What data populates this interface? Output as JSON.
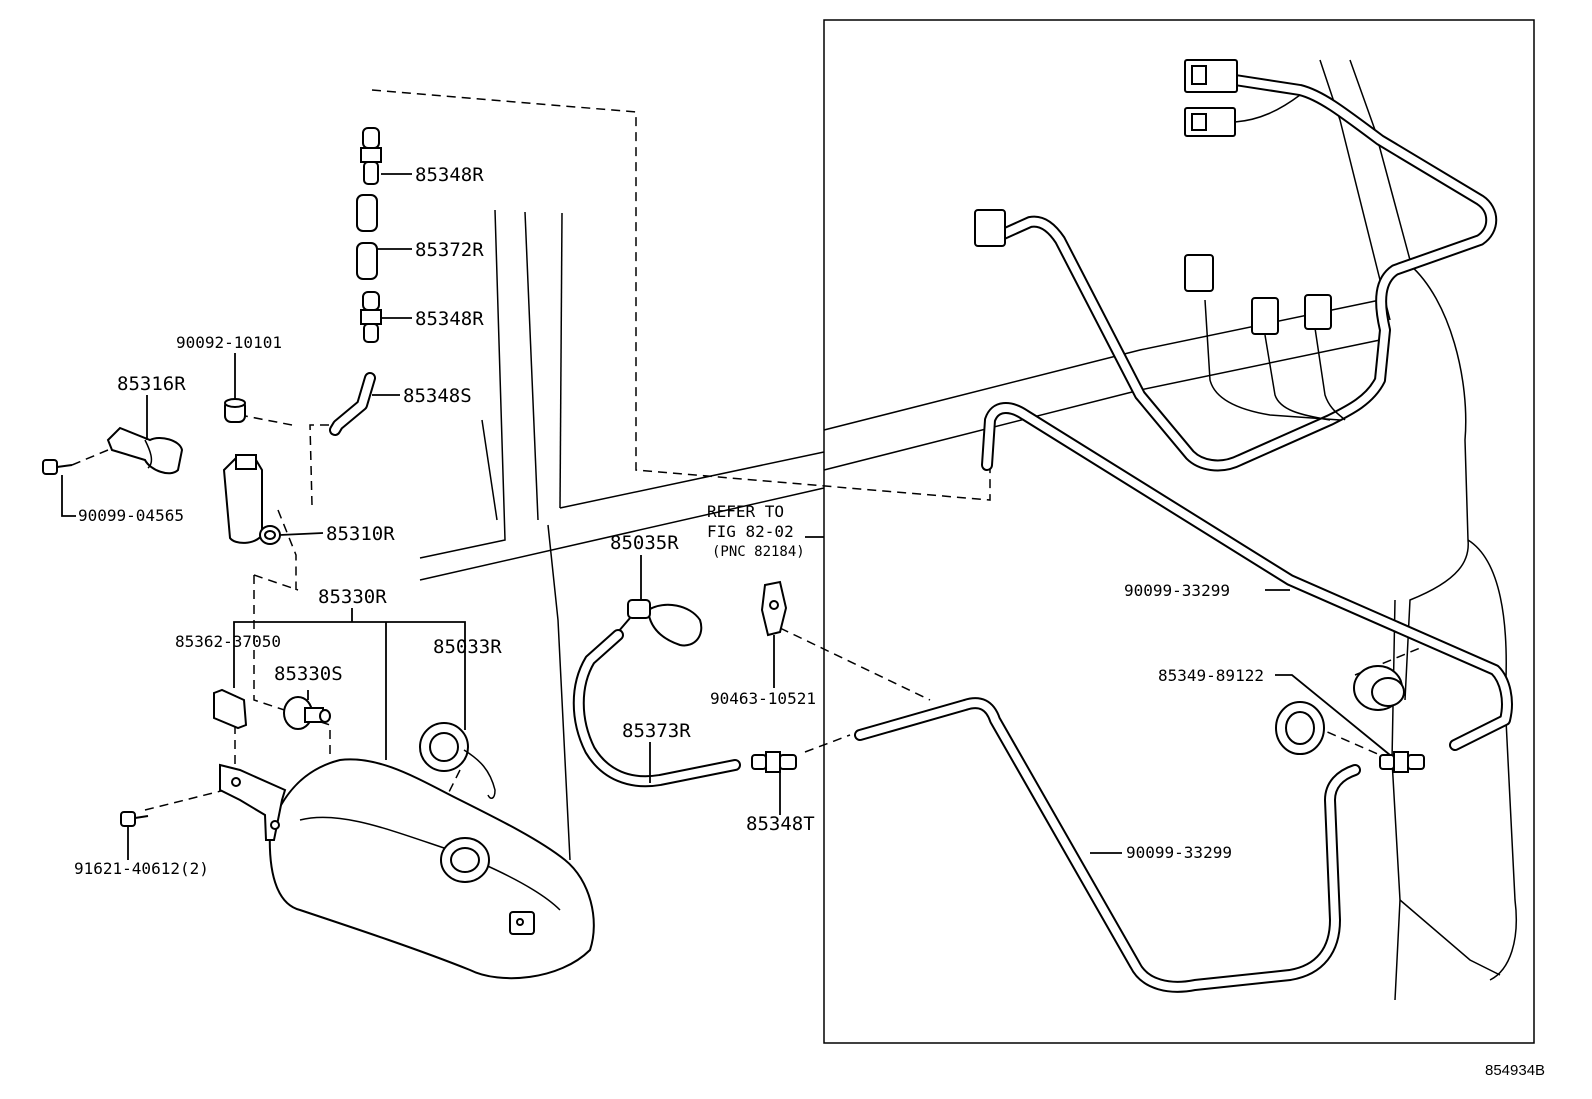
{
  "diagram_id": "854934B",
  "callouts": {
    "p85348R_top": "85348R",
    "p85372R": "85372R",
    "p85348R_mid": "85348R",
    "p90092": "90092-10101",
    "p85316R": "85316R",
    "p85348S": "85348S",
    "p90099_04565": "90099-04565",
    "p85310R": "85310R",
    "p85330R": "85330R",
    "p85362": "85362-37050",
    "p85330S": "85330S",
    "p85033R": "85033R",
    "p91621": "91621-40612(2)",
    "p85035R": "85035R",
    "p85373R": "85373R",
    "p85348T": "85348T",
    "p90463": "90463-10521",
    "p90099_33299_top": "90099-33299",
    "p85349": "85349-89122",
    "p90099_33299_bottom": "90099-33299"
  },
  "refer": {
    "line1": "REFER TO",
    "line2": "FIG 82-02",
    "line3": "(PNC 82184)"
  }
}
